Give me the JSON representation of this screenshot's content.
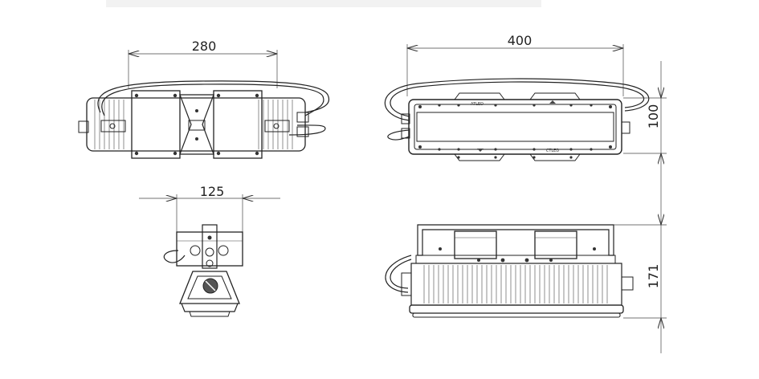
{
  "dimensions": {
    "top_width": "280",
    "front_width": "400",
    "front_height": "100",
    "side_width": "125",
    "bottom_height": "171"
  },
  "marks": {
    "label_a": "ATLED",
    "label_b": "CTLED"
  },
  "colors": {
    "line": "#222222",
    "banner": "#f2f2f2",
    "dark_fill": "#555555"
  }
}
